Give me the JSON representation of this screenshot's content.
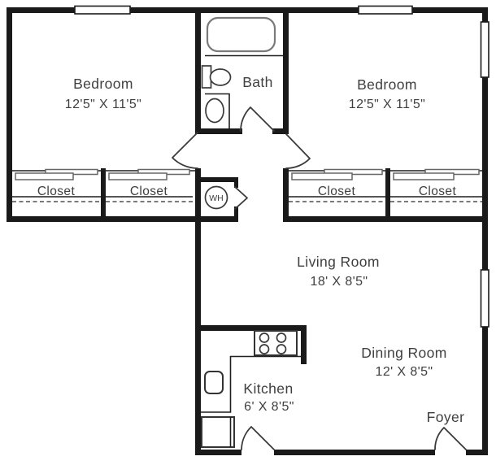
{
  "plan": {
    "type": "apartment-floor-plan",
    "colors": {
      "wall": "#1a1a1a",
      "label_text": "#3f3f3f",
      "fixture_outline": "#3a3a3a",
      "tub_outline": "#7a7a7a",
      "background": "#ffffff"
    },
    "rooms": {
      "bedroom_left": {
        "label": "Bedroom",
        "dimensions": "12'5\" X 11'5\""
      },
      "bedroom_right": {
        "label": "Bedroom",
        "dimensions": "12'5\" X 11'5\""
      },
      "bath": {
        "label": "Bath"
      },
      "living_room": {
        "label": "Living Room",
        "dimensions": "18' X 8'5\""
      },
      "dining_room": {
        "label": "Dining Room",
        "dimensions": "12' X 8'5\""
      },
      "kitchen": {
        "label": "Kitchen",
        "dimensions": "6' X 8'5\""
      },
      "foyer": {
        "label": "Foyer"
      },
      "water_heater": {
        "label": "WH"
      },
      "closets": [
        {
          "label": "Closet"
        },
        {
          "label": "Closet"
        },
        {
          "label": "Closet"
        },
        {
          "label": "Closet"
        }
      ]
    },
    "symbols": {
      "bathtub": "rounded-rect outline",
      "toilet": "tank rect + oval bowl",
      "bath_sink": "oval in compartment",
      "kitchen_sink": "rounded square",
      "stove": "rect with 4 burner circles",
      "refrigerator": "double-edge square",
      "water_heater": "circle with WH",
      "window": "white inset bar in wall",
      "swing_door": "quarter arc + leaf line",
      "sliding_closet_door": "overlapping bypass panels",
      "closet_rod": "dashed line",
      "closet_shelf": "solid line"
    }
  }
}
